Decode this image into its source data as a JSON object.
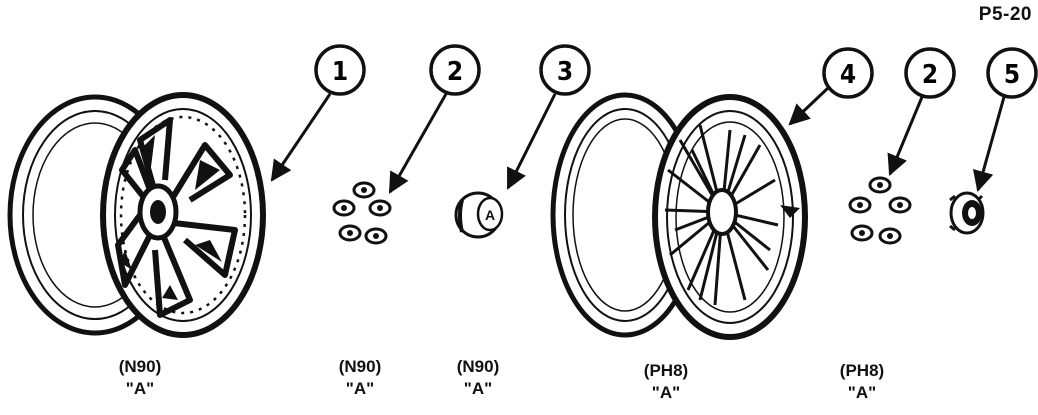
{
  "figure_id": "P5-20",
  "callouts": [
    {
      "number": "1",
      "icon": "snowflake-wheel-icon"
    },
    {
      "number": "2",
      "icon": "lug-nuts-icon"
    },
    {
      "number": "3",
      "icon": "center-cap-icon"
    },
    {
      "number": "4",
      "icon": "wire-wheel-cover-icon"
    },
    {
      "number": "2",
      "icon": "lug-nuts-icon"
    },
    {
      "number": "5",
      "icon": "spinner-hub-icon"
    }
  ],
  "captions": [
    {
      "code": "(N90)",
      "label": "\"A\""
    },
    {
      "code": "(N90)",
      "label": "\"A\""
    },
    {
      "code": "(N90)",
      "label": "\"A\""
    },
    {
      "code": "(PH8)",
      "label": "\"A\""
    },
    {
      "code": "(PH8)",
      "label": "\"A\""
    }
  ],
  "center_cap_mark": "A"
}
